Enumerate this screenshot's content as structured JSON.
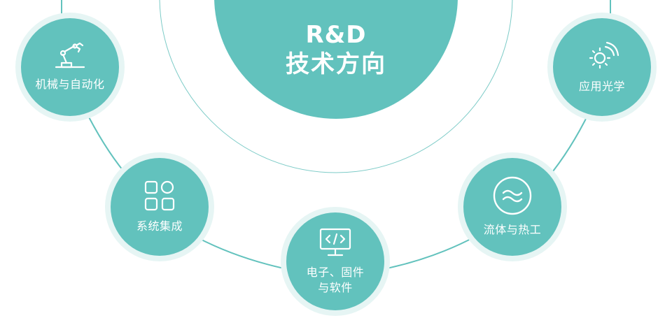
{
  "colors": {
    "teal": "#62c2bd",
    "halo": "#e6f5f4",
    "ring_line": "#7ccbc7"
  },
  "center": {
    "line1": "R&D",
    "line2": "技术方向"
  },
  "nodes": [
    {
      "label": "机械与自动化",
      "icon": "robot-arm-icon"
    },
    {
      "label": "系统集成",
      "icon": "grid-apps-icon"
    },
    {
      "label_line1": "电子、固件",
      "label_line2": "与软件",
      "icon": "code-monitor-icon"
    },
    {
      "label": "流体与热工",
      "icon": "wave-circle-icon"
    },
    {
      "label": "应用光学",
      "icon": "light-sun-icon"
    }
  ]
}
